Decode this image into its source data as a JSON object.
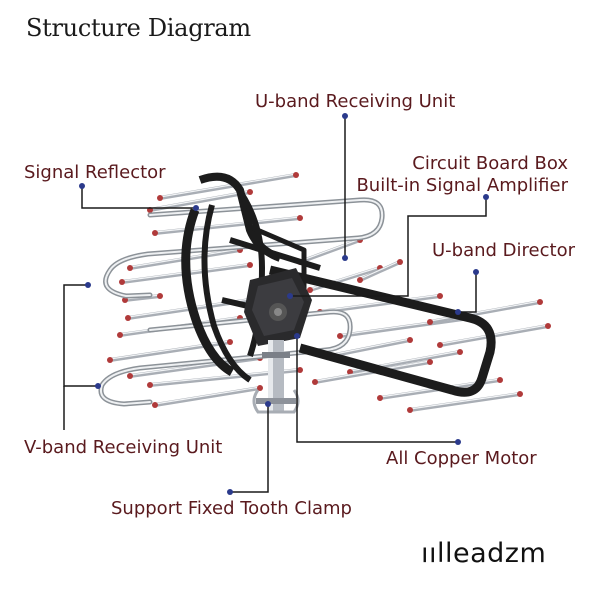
{
  "title": "Structure Diagram",
  "labels": {
    "u_band_receiving_unit": "U-band Receiving Unit",
    "signal_reflector": "Signal Reflector",
    "circuit_board_box_line1": "Circuit Board Box",
    "circuit_board_box_line2": "Built-in Signal Amplifier",
    "u_band_director": "U-band Director",
    "v_band_receiving_unit": "V-band Receiving Unit",
    "all_copper_motor": "All Copper Motor",
    "support_fixed_tooth_clamp": "Support Fixed Tooth Clamp"
  },
  "brand": "ıılleadzm",
  "colors": {
    "label_text": "#5a1a1e",
    "leader_line": "#1a1a1a",
    "dot": "#2b3a8c",
    "element_tip": "#b03a3a",
    "chrome": "#c8ccd2",
    "frame": "#1c1c1c"
  }
}
